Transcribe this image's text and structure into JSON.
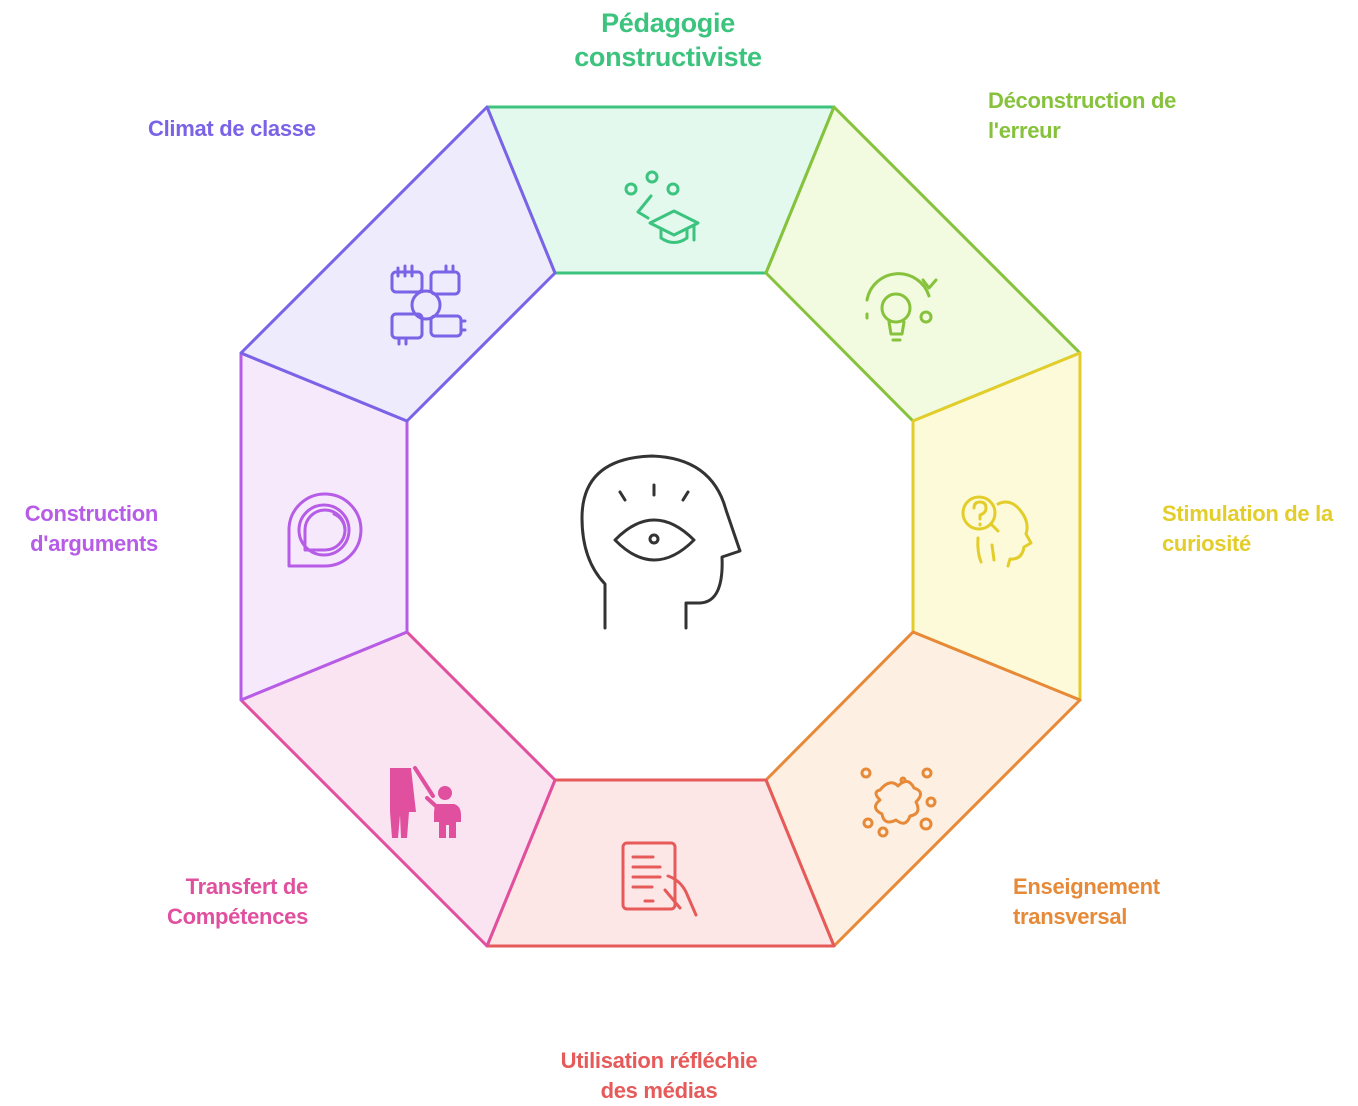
{
  "segments": [
    {
      "id": "pedagogie",
      "lines": [
        "Pédagogie",
        "constructiviste"
      ],
      "color": "#3cc47f",
      "fill": "#e4f9ee",
      "icon": "graduation-cap-icon"
    },
    {
      "id": "deconstruction",
      "lines": [
        "Déconstruction de",
        "l'erreur"
      ],
      "color": "#86c23c",
      "fill": "#f2fbdf",
      "icon": "lightbulb-icon"
    },
    {
      "id": "stimulation",
      "lines": [
        "Stimulation de la",
        "curiosité"
      ],
      "color": "#e3cd2a",
      "fill": "#fdfad9",
      "icon": "question-head-icon"
    },
    {
      "id": "enseignement",
      "lines": [
        "Enseignement",
        "transversal"
      ],
      "color": "#e68a39",
      "fill": "#fdf0e2",
      "icon": "splash-icon"
    },
    {
      "id": "utilisation",
      "lines": [
        "Utilisation réfléchie",
        "des médias"
      ],
      "color": "#e65a5a",
      "fill": "#fde6e6",
      "icon": "tablet-hand-icon"
    },
    {
      "id": "transfert",
      "lines": [
        "Transfert de",
        "Compétences"
      ],
      "color": "#e0509f",
      "fill": "#fbe4f1",
      "icon": "parent-child-icon"
    },
    {
      "id": "construction",
      "lines": [
        "Construction",
        "d'arguments"
      ],
      "color": "#b65ce6",
      "fill": "#f6e9fc",
      "icon": "speech-bubble-icon"
    },
    {
      "id": "climat",
      "lines": [
        "Climat de classe"
      ],
      "color": "#7a63e6",
      "fill": "#eeebfc",
      "icon": "teamwork-hands-icon"
    }
  ],
  "center": {
    "icon": "head-eye-icon",
    "color": "#333333"
  }
}
